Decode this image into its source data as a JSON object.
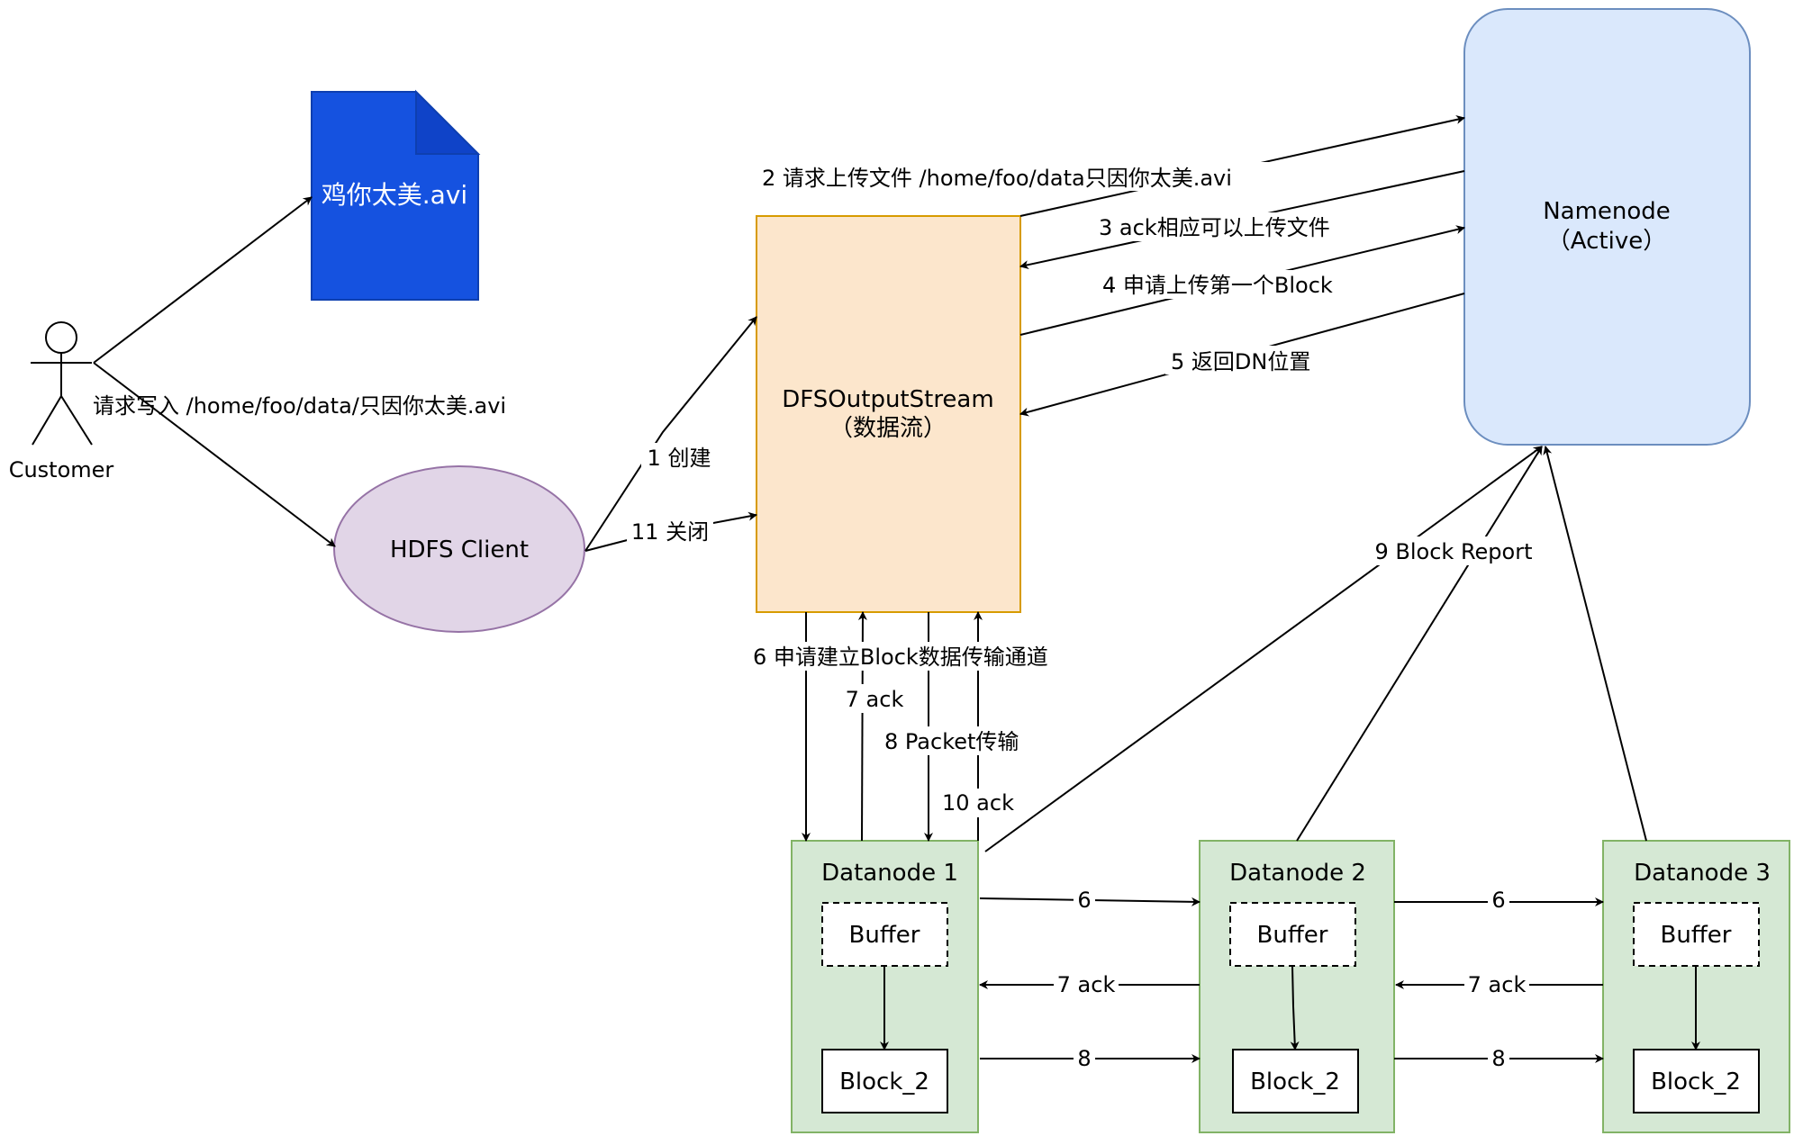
{
  "actor": {
    "label": "Customer"
  },
  "file": {
    "label": "鸡你太美.avi",
    "color": "#1552e0"
  },
  "client": {
    "label": "HDFS Client",
    "fill": "#e1d5e7",
    "stroke": "#9673a6"
  },
  "stream": {
    "line1": "DFSOutputStream",
    "line2": "（数据流）",
    "fill": "#fce6cc",
    "stroke": "#d79b00"
  },
  "namenode": {
    "line1": "Namenode",
    "line2": "（Active）",
    "fill": "#dae8fc",
    "stroke": "#6c8ebf"
  },
  "datanodes": [
    {
      "title": "Datanode 1",
      "buffer": "Buffer",
      "block": "Block_2"
    },
    {
      "title": "Datanode 2",
      "buffer": "Buffer",
      "block": "Block_2"
    },
    {
      "title": "Datanode 3",
      "buffer": "Buffer",
      "block": "Block_2"
    }
  ],
  "datanode_colors": {
    "fill": "#d5e8d4",
    "stroke": "#82b366"
  },
  "edges": {
    "write_request": "请求写入 /home/foo/data/只因你太美.avi",
    "create": "1 创建",
    "close": "11 关闭",
    "upload_request": "2 请求上传文件 /home/foo/data只因你太美.avi",
    "ack_upload": "3 ack相应可以上传文件",
    "request_block": "4 申请上传第一个Block",
    "return_dn": "5 返回DN位置",
    "build_pipeline": "6 申请建立Block数据传输通道",
    "ack7": "7 ack",
    "packet": "8 Packet传输",
    "ack10": "10 ack",
    "block_report": "9 Block Report",
    "pipe6": "6",
    "pipe7": "7 ack",
    "pipe8": "8"
  }
}
